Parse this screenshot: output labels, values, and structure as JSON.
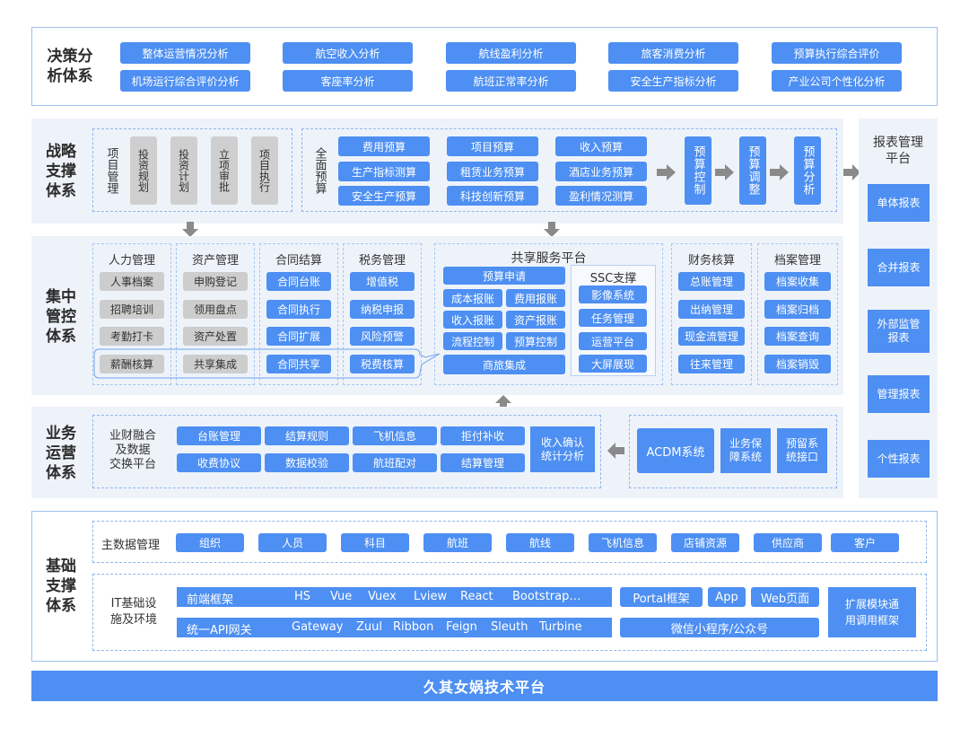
{
  "decision": {
    "title_l1": "决策分",
    "title_l2": "析体系",
    "row1": [
      "整体运营情况分析",
      "航空收入分析",
      "航线盈利分析",
      "旅客消费分析",
      "预算执行综合评价"
    ],
    "row2": [
      "机场运行综合评价分析",
      "客座率分析",
      "航班正常率分析",
      "安全生产指标分析",
      "产业公司个性化分析"
    ]
  },
  "strategy": {
    "title": [
      "战略",
      "支撑",
      "体系"
    ],
    "project_mgmt": "项目管理",
    "project_items": [
      "投资规划",
      "投资计划",
      "立项审批",
      "项目执行"
    ],
    "full_budget": "全面预算",
    "budget_col1": [
      "费用预算",
      "生产指标测算",
      "安全生产预算"
    ],
    "budget_col2": [
      "项目预算",
      "租赁业务预算",
      "科技创新预算"
    ],
    "budget_col3": [
      "收入预算",
      "酒店业务预算",
      "盈利情况测算"
    ],
    "budget_flow": [
      "预算控制",
      "预算调整",
      "预算分析"
    ]
  },
  "report": {
    "title_l1": "报表管理",
    "title_l2": "平台",
    "items": [
      "单体报表",
      "合并报表",
      "外部监管报表",
      "管理报表",
      "个性报表"
    ]
  },
  "central": {
    "title": [
      "集中",
      "管控",
      "体系"
    ],
    "hr": {
      "title": "人力管理",
      "items": [
        "人事档案",
        "招聘培训",
        "考勤打卡",
        "薪酬核算"
      ]
    },
    "asset": {
      "title": "资产管理",
      "items": [
        "申购登记",
        "领用盘点",
        "资产处置",
        "共享集成"
      ]
    },
    "contract": {
      "title": "合同结算",
      "items": [
        "合同台账",
        "合同执行",
        "合同扩展",
        "合同共享"
      ]
    },
    "tax": {
      "title": "税务管理",
      "items": [
        "增值税",
        "纳税申报",
        "风险预警",
        "税费核算"
      ]
    },
    "shared": {
      "title": "共享服务平台",
      "budget_apply": "预算申请",
      "grid": [
        "成本报账",
        "费用报账",
        "收入报账",
        "资产报账",
        "流程控制",
        "预算控制"
      ],
      "travel": "商旅集成",
      "ssc_title": "SSC支撑",
      "ssc_items": [
        "影像系统",
        "任务管理",
        "运营平台",
        "大屏展现"
      ]
    },
    "finance": {
      "title": "财务核算",
      "items": [
        "总账管理",
        "出纳管理",
        "现金流管理",
        "往来管理"
      ]
    },
    "archive": {
      "title": "档案管理",
      "items": [
        "档案收集",
        "档案归档",
        "档案查询",
        "档案销毁"
      ]
    }
  },
  "business": {
    "title": [
      "业务",
      "运营",
      "体系"
    ],
    "fusion": [
      "业财融合",
      "及数据",
      "交换平台"
    ],
    "row1": [
      "台账管理",
      "结算规则",
      "飞机信息",
      "拒付补收"
    ],
    "row2": [
      "收费协议",
      "数据校验",
      "航班配对",
      "结算管理"
    ],
    "revenue": [
      "收入确认",
      "统计分析"
    ],
    "systems": [
      "ACDM系统",
      "业务保障系统",
      "预留系统接口"
    ]
  },
  "base": {
    "title": [
      "基础",
      "支撑",
      "体系"
    ],
    "master_title": "主数据管理",
    "master_items": [
      "组织",
      "人员",
      "科目",
      "航班",
      "航线",
      "飞机信息",
      "店铺资源",
      "供应商",
      "客户"
    ],
    "it_title": [
      "IT基础设",
      "施及环境"
    ],
    "frontend_label": "前端框架",
    "frontend_items": [
      "HS",
      "Vue",
      "Vuex",
      "Lview",
      "React",
      "Bootstrap…"
    ],
    "api_label": "统一API网关",
    "api_items": [
      "Gateway",
      "Zuul",
      "Ribbon",
      "Feign",
      "Sleuth",
      "Turbine"
    ],
    "portal": "Portal框架",
    "app": "App",
    "web": "Web页面",
    "wechat": "微信小程序/公众号",
    "extend": [
      "扩展模块通",
      "用调用框架"
    ]
  },
  "footer": {
    "title": "久其女娲技术平台"
  }
}
